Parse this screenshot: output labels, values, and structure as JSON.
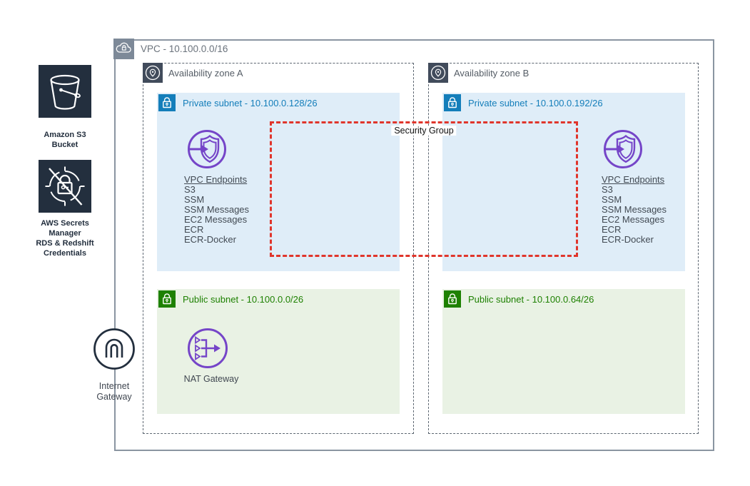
{
  "vpc": {
    "label": "VPC - 10.100.0.0/16"
  },
  "security_group": {
    "label": "Security Group"
  },
  "external": {
    "s3": {
      "caption": [
        "Amazon S3",
        "Bucket"
      ]
    },
    "secrets_manager": {
      "caption": [
        "AWS Secrets",
        "Manager",
        "RDS & Redshift",
        "Credentials"
      ]
    },
    "internet_gateway": {
      "caption": [
        "Internet",
        "Gateway"
      ]
    }
  },
  "zones": [
    {
      "label": "Availability zone A",
      "private_subnet": {
        "label": "Private subnet - 10.100.0.128/26",
        "endpoints_title": "VPC Endpoints",
        "endpoints": [
          "S3",
          "SSM",
          "SSM Messages",
          "EC2 Messages",
          "ECR",
          "ECR-Docker"
        ]
      },
      "public_subnet": {
        "label": "Public subnet - 10.100.0.0/26",
        "nat_gateway_label": "NAT Gateway"
      }
    },
    {
      "label": "Availability zone B",
      "private_subnet": {
        "label": "Private subnet - 10.100.0.192/26",
        "endpoints_title": "VPC Endpoints",
        "endpoints": [
          "S3",
          "SSM",
          "SSM Messages",
          "EC2 Messages",
          "ECR",
          "ECR-Docker"
        ]
      },
      "public_subnet": {
        "label": "Public subnet - 10.100.0.64/26"
      }
    }
  ],
  "icons": {
    "vpc": "cloud-lock-icon",
    "availability_zone": "location-pin-icon",
    "private_subnet": "lock-icon",
    "public_subnet": "lock-icon",
    "vpc_endpoints": "shield-arrow-icon",
    "nat_gateway": "nat-merge-arrow-icon",
    "s3": "bucket-icon",
    "secrets_manager": "lock-target-slash-icon",
    "internet_gateway": "gateway-arch-icon"
  },
  "colors": {
    "private_accent": "#147EBA",
    "private_bg": "#DFEDF8",
    "public_accent": "#1E8102",
    "public_bg": "#E9F2E4",
    "security_group_border": "#E0352B",
    "purple_icon": "#7545C8",
    "dark_navy": "#232F3E",
    "vpc_border": "#8A95A1",
    "az_dash": "#5C6671"
  }
}
